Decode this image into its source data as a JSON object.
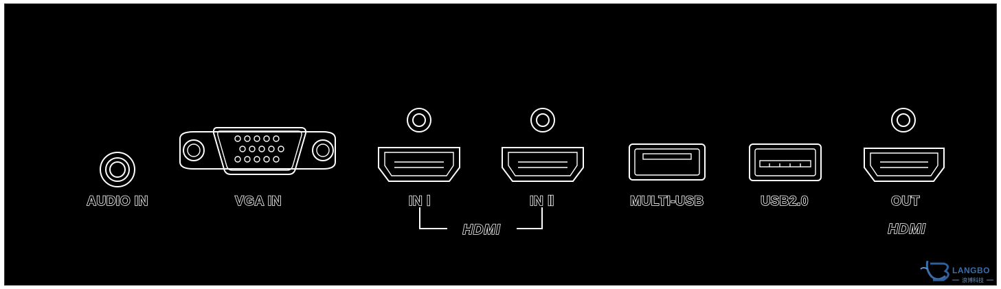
{
  "ports": {
    "audio_in": "AUDIO IN",
    "vga_in": "VGA IN",
    "hdmi_in_1": "IN Ⅰ",
    "hdmi_in_2": "IN Ⅱ",
    "multi_usb": "MULTI-USB",
    "usb20": "USB2.0",
    "out": "OUT"
  },
  "logos": {
    "hdmi_group": "HDMI",
    "hdmi_out": "HDMI"
  },
  "brand": {
    "name": "LANGBO",
    "tagline": "浪博科技"
  },
  "colors": {
    "panel": "#000000",
    "outline": "#ffffff",
    "brand_blue": "#3a6ea8"
  }
}
